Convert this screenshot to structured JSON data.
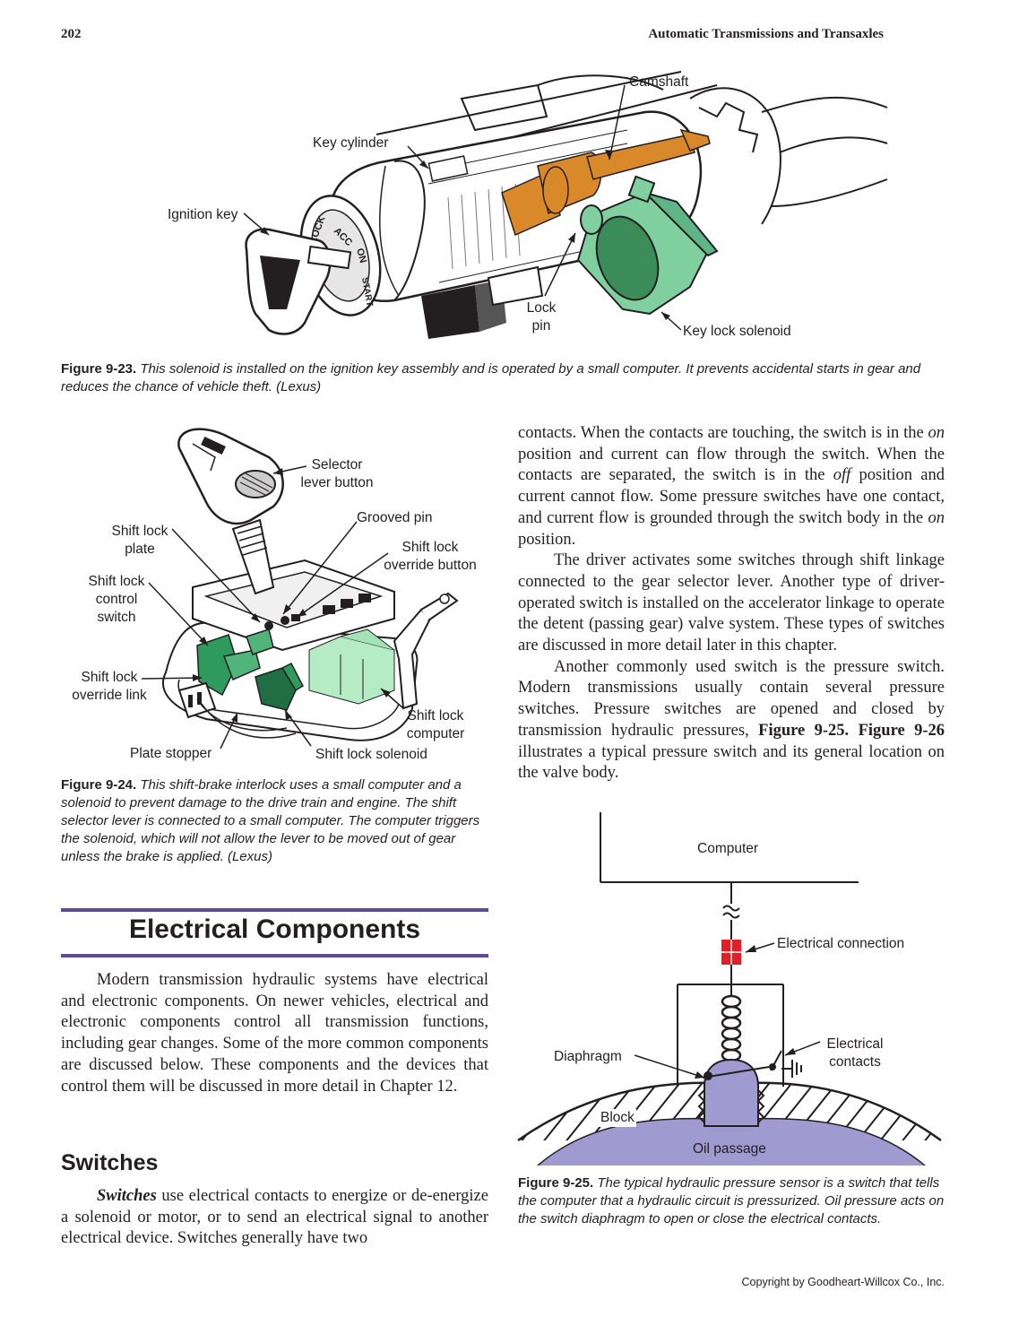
{
  "header": {
    "page_number": "202",
    "running_title": "Automatic Transmissions and Transaxles"
  },
  "figure_9_23": {
    "labels": {
      "camshaft": "Camshaft",
      "key_cylinder": "Key cylinder",
      "ignition_key": "Ignition key",
      "lock_pin_1": "Lock",
      "lock_pin_2": "pin",
      "key_lock_solenoid": "Key lock solenoid"
    },
    "dial_text": {
      "lock": "LOCK",
      "acc": "ACC",
      "on": "ON",
      "start": "START"
    },
    "caption_number": "Figure 9-23.",
    "caption_text": "This solenoid is installed on the ignition key assembly and is operated by a small computer. It prevents accidental starts in gear and reduces the chance of vehicle theft. (Lexus)"
  },
  "figure_9_24": {
    "labels": {
      "selector_1": "Selector",
      "selector_2": "lever button",
      "grooved_pin": "Grooved pin",
      "shift_lock_plate_1": "Shift lock",
      "shift_lock_plate_2": "plate",
      "override_button_1": "Shift lock",
      "override_button_2": "override button",
      "control_switch_1": "Shift lock",
      "control_switch_2": "control",
      "control_switch_3": "switch",
      "override_link_1": "Shift lock",
      "override_link_2": "override link",
      "computer_1": "Shift lock",
      "computer_2": "computer",
      "plate_stopper": "Plate stopper",
      "shift_lock_solenoid": "Shift lock solenoid"
    },
    "caption_number": "Figure 9-24.",
    "caption_text": "This shift-brake interlock uses a small computer and a solenoid to prevent damage to the drive train and engine. The shift selector lever is connected to a small computer. The computer triggers the solenoid, which will not allow the lever to be moved out of gear unless the brake is applied. (Lexus)"
  },
  "section": {
    "title": "Electrical Components",
    "intro": "Modern transmission hydraulic systems have electrical and electronic components. On newer vehicles, electrical and electronic components control all transmission functions, including gear changes. Some of the more common components are discussed below. These components and the devices that control them will be discussed in more detail in Chapter 12."
  },
  "switches": {
    "heading": "Switches",
    "term": "Switches",
    "para_start": " use electrical contacts to energize or de-energize a solenoid or motor, or to send an electrical signal to another electrical device. Switches generally have two"
  },
  "right_column": {
    "p1_a": "contacts. When the contacts are touching, the switch is in the ",
    "p1_on": "on",
    "p1_b": " position and current can flow through the switch. When the contacts are separated, the switch is in the ",
    "p1_off": "off",
    "p1_c": " position and current cannot flow. Some pressure switches have one contact, and current flow is grounded through the switch body in the ",
    "p1_on2": "on",
    "p1_d": " position.",
    "p2": "The driver activates some switches through shift linkage connected to the gear selector lever. Another type of driver-operated switch is installed on the accelerator linkage to operate the detent (passing gear) valve system. These types of switches are discussed in more detail later in this chapter.",
    "p3_a": "Another commonly used switch is the pressure switch. Modern transmissions usually contain several pressure switches. Pressure switches are opened and closed by transmission hydraulic pressures, ",
    "p3_fig1": "Figure 9-25.",
    "p3_fig2": "Figure 9-26",
    "p3_b": " illustrates a typical pressure switch and its general location on the valve body."
  },
  "figure_9_25": {
    "labels": {
      "computer": "Computer",
      "electrical_connection": "Electrical connection",
      "electrical_contacts_1": "Electrical",
      "electrical_contacts_2": "contacts",
      "diaphragm": "Diaphragm",
      "block": "Block",
      "oil_passage": "Oil passage"
    },
    "caption_number": "Figure 9-25.",
    "caption_text": "The typical hydraulic pressure sensor is a switch that tells the computer that a hydraulic circuit is pressurized. Oil pressure acts on the switch diaphragm to open or close the electrical contacts."
  },
  "footer": {
    "copyright": "Copyright by Goodheart-Willcox Co., Inc."
  },
  "colors": {
    "camshaft_orange": "#d9892a",
    "solenoid_green": "#7fcf9f",
    "computer_green": "#b6ecc4",
    "rule_purple": "#5f4a97",
    "oil_purple": "#9f9acf",
    "connector_red": "#e21f26"
  }
}
